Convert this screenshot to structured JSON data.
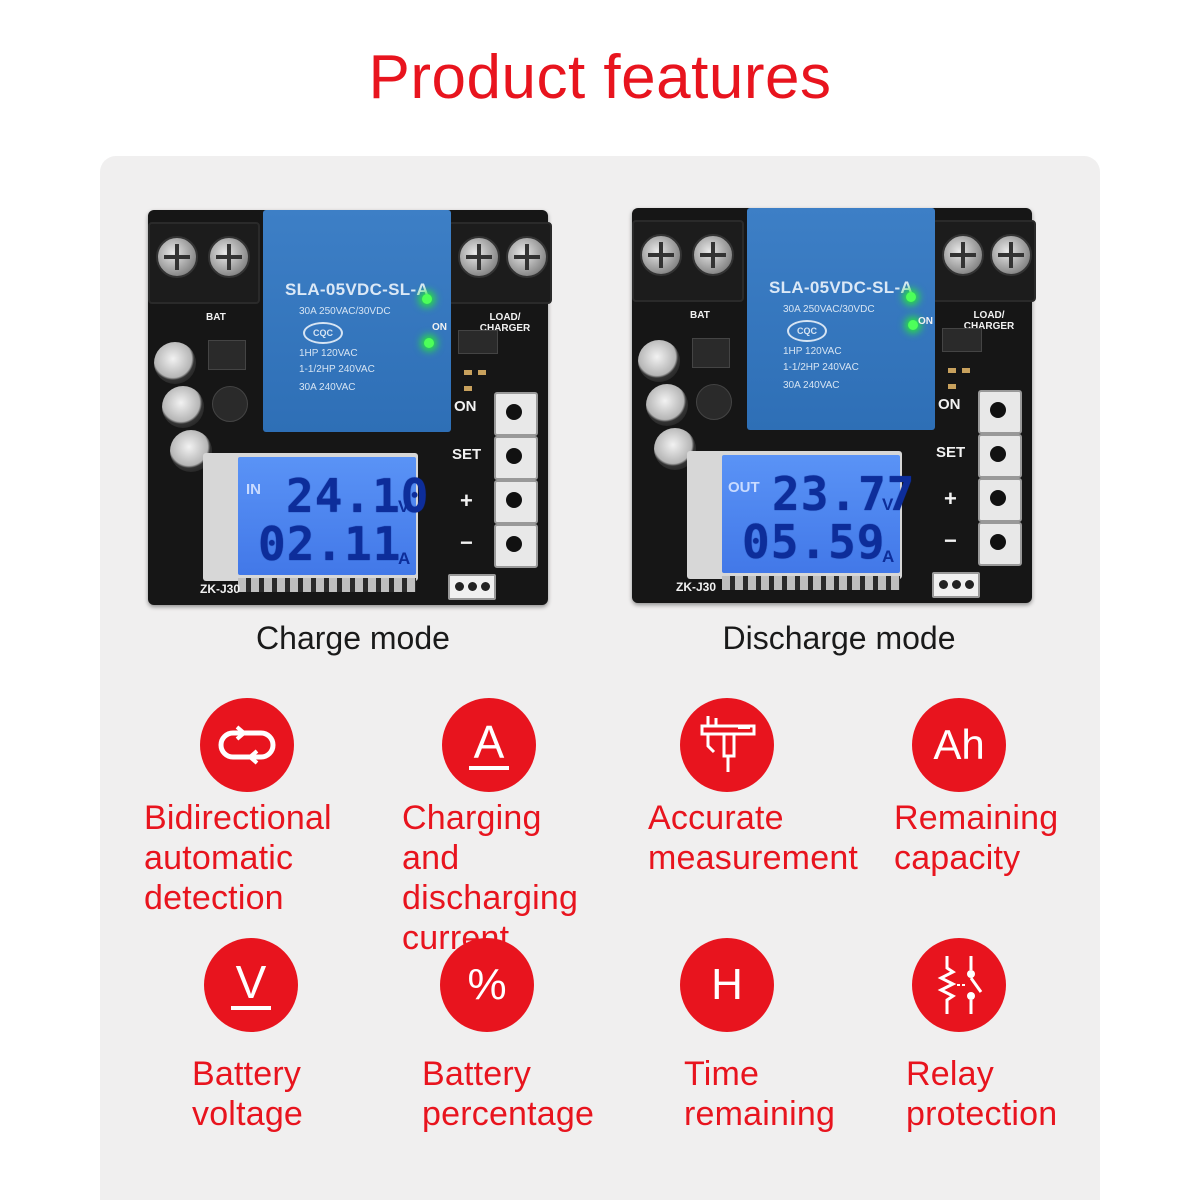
{
  "title": "Product features",
  "boards": [
    {
      "relay_model": "SLA-05VDC-SL-A",
      "relay_spec_1": "30A  250VAC/30VDC",
      "relay_spec_2": "1HP 120VAC",
      "relay_spec_3": "1-1/2HP 240VAC",
      "relay_spec_4": "30A  240VAC",
      "relay_cert": "CQC",
      "terminal_left_label": "BAT",
      "terminal_right_label": "LOAD/ CHARGER",
      "led_label": "ON",
      "button_labels": [
        "ON",
        "SET",
        "+",
        "−"
      ],
      "lcd_mode": "IN",
      "lcd_voltage": "24.10",
      "lcd_voltage_unit": "V",
      "lcd_current": "02.11",
      "lcd_current_unit": "A",
      "model_code": "ZK-J30",
      "caption": "Charge mode"
    },
    {
      "relay_model": "SLA-05VDC-SL-A",
      "relay_spec_1": "30A  250VAC/30VDC",
      "relay_spec_2": "1HP 120VAC",
      "relay_spec_3": "1-1/2HP 240VAC",
      "relay_spec_4": "30A  240VAC",
      "relay_cert": "CQC",
      "terminal_left_label": "BAT",
      "terminal_right_label": "LOAD/ CHARGER",
      "led_label": "ON",
      "button_labels": [
        "ON",
        "SET",
        "+",
        "−"
      ],
      "lcd_mode": "OUT",
      "lcd_voltage": "23.77",
      "lcd_voltage_unit": "V",
      "lcd_current": "05.59",
      "lcd_current_unit": "A",
      "model_code": "ZK-J30",
      "caption": "Discharge mode"
    }
  ],
  "features": [
    {
      "icon": "bidirectional-arrows-icon",
      "label": "Bidirectional\nautomatic\ndetection"
    },
    {
      "icon": "current-ampere-icon",
      "icon_text": "A",
      "label": "Charging and\ndischarging\ncurrent"
    },
    {
      "icon": "caliper-icon",
      "label": "Accurate\nmeasurement"
    },
    {
      "icon": "amp-hour-icon",
      "icon_text": "Ah",
      "label": "Remaining\ncapacity"
    },
    {
      "icon": "voltage-icon",
      "icon_text": "V",
      "label": "Battery\nvoltage"
    },
    {
      "icon": "percentage-icon",
      "icon_text": "%",
      "label": "Battery\npercentage"
    },
    {
      "icon": "hour-icon",
      "icon_text": "H",
      "label": "Time\nremaining"
    },
    {
      "icon": "relay-contact-icon",
      "label": "Relay\nprotection"
    }
  ],
  "colors": {
    "accent": "#e8141e",
    "panel": "#f0efef",
    "lcd": "#4f88f0",
    "relay": "#3673bd"
  }
}
